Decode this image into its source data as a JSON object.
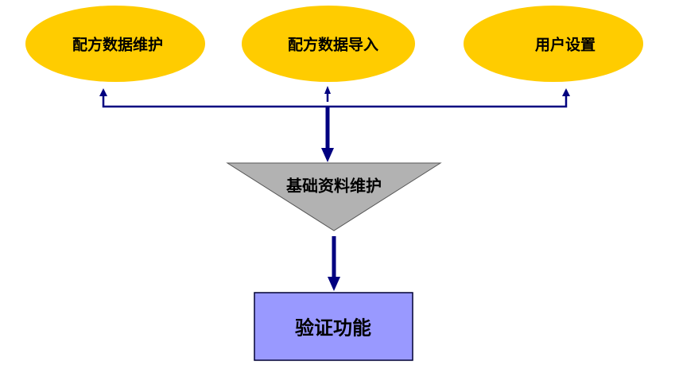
{
  "diagram": {
    "top_nodes": [
      {
        "id": "recipe-maintenance",
        "label": "配方数据维护"
      },
      {
        "id": "recipe-import",
        "label": "配方数据导入"
      },
      {
        "id": "user-settings",
        "label": "用户设置"
      }
    ],
    "hub_node": {
      "id": "basic-data-maintenance",
      "label": "基础资料维护"
    },
    "bottom_node": {
      "id": "verify-function",
      "label": "验证功能"
    },
    "edges": [
      {
        "from": "basic-data-maintenance",
        "to": "recipe-maintenance"
      },
      {
        "from": "basic-data-maintenance",
        "to": "recipe-import"
      },
      {
        "from": "basic-data-maintenance",
        "to": "user-settings"
      },
      {
        "from": "basic-data-maintenance",
        "to": "verify-function"
      }
    ],
    "colors": {
      "ellipse_fill": "#FFCC00",
      "triangle_fill": "#B2B2B2",
      "box_fill": "#9999FF",
      "arrow": "#000080"
    }
  }
}
